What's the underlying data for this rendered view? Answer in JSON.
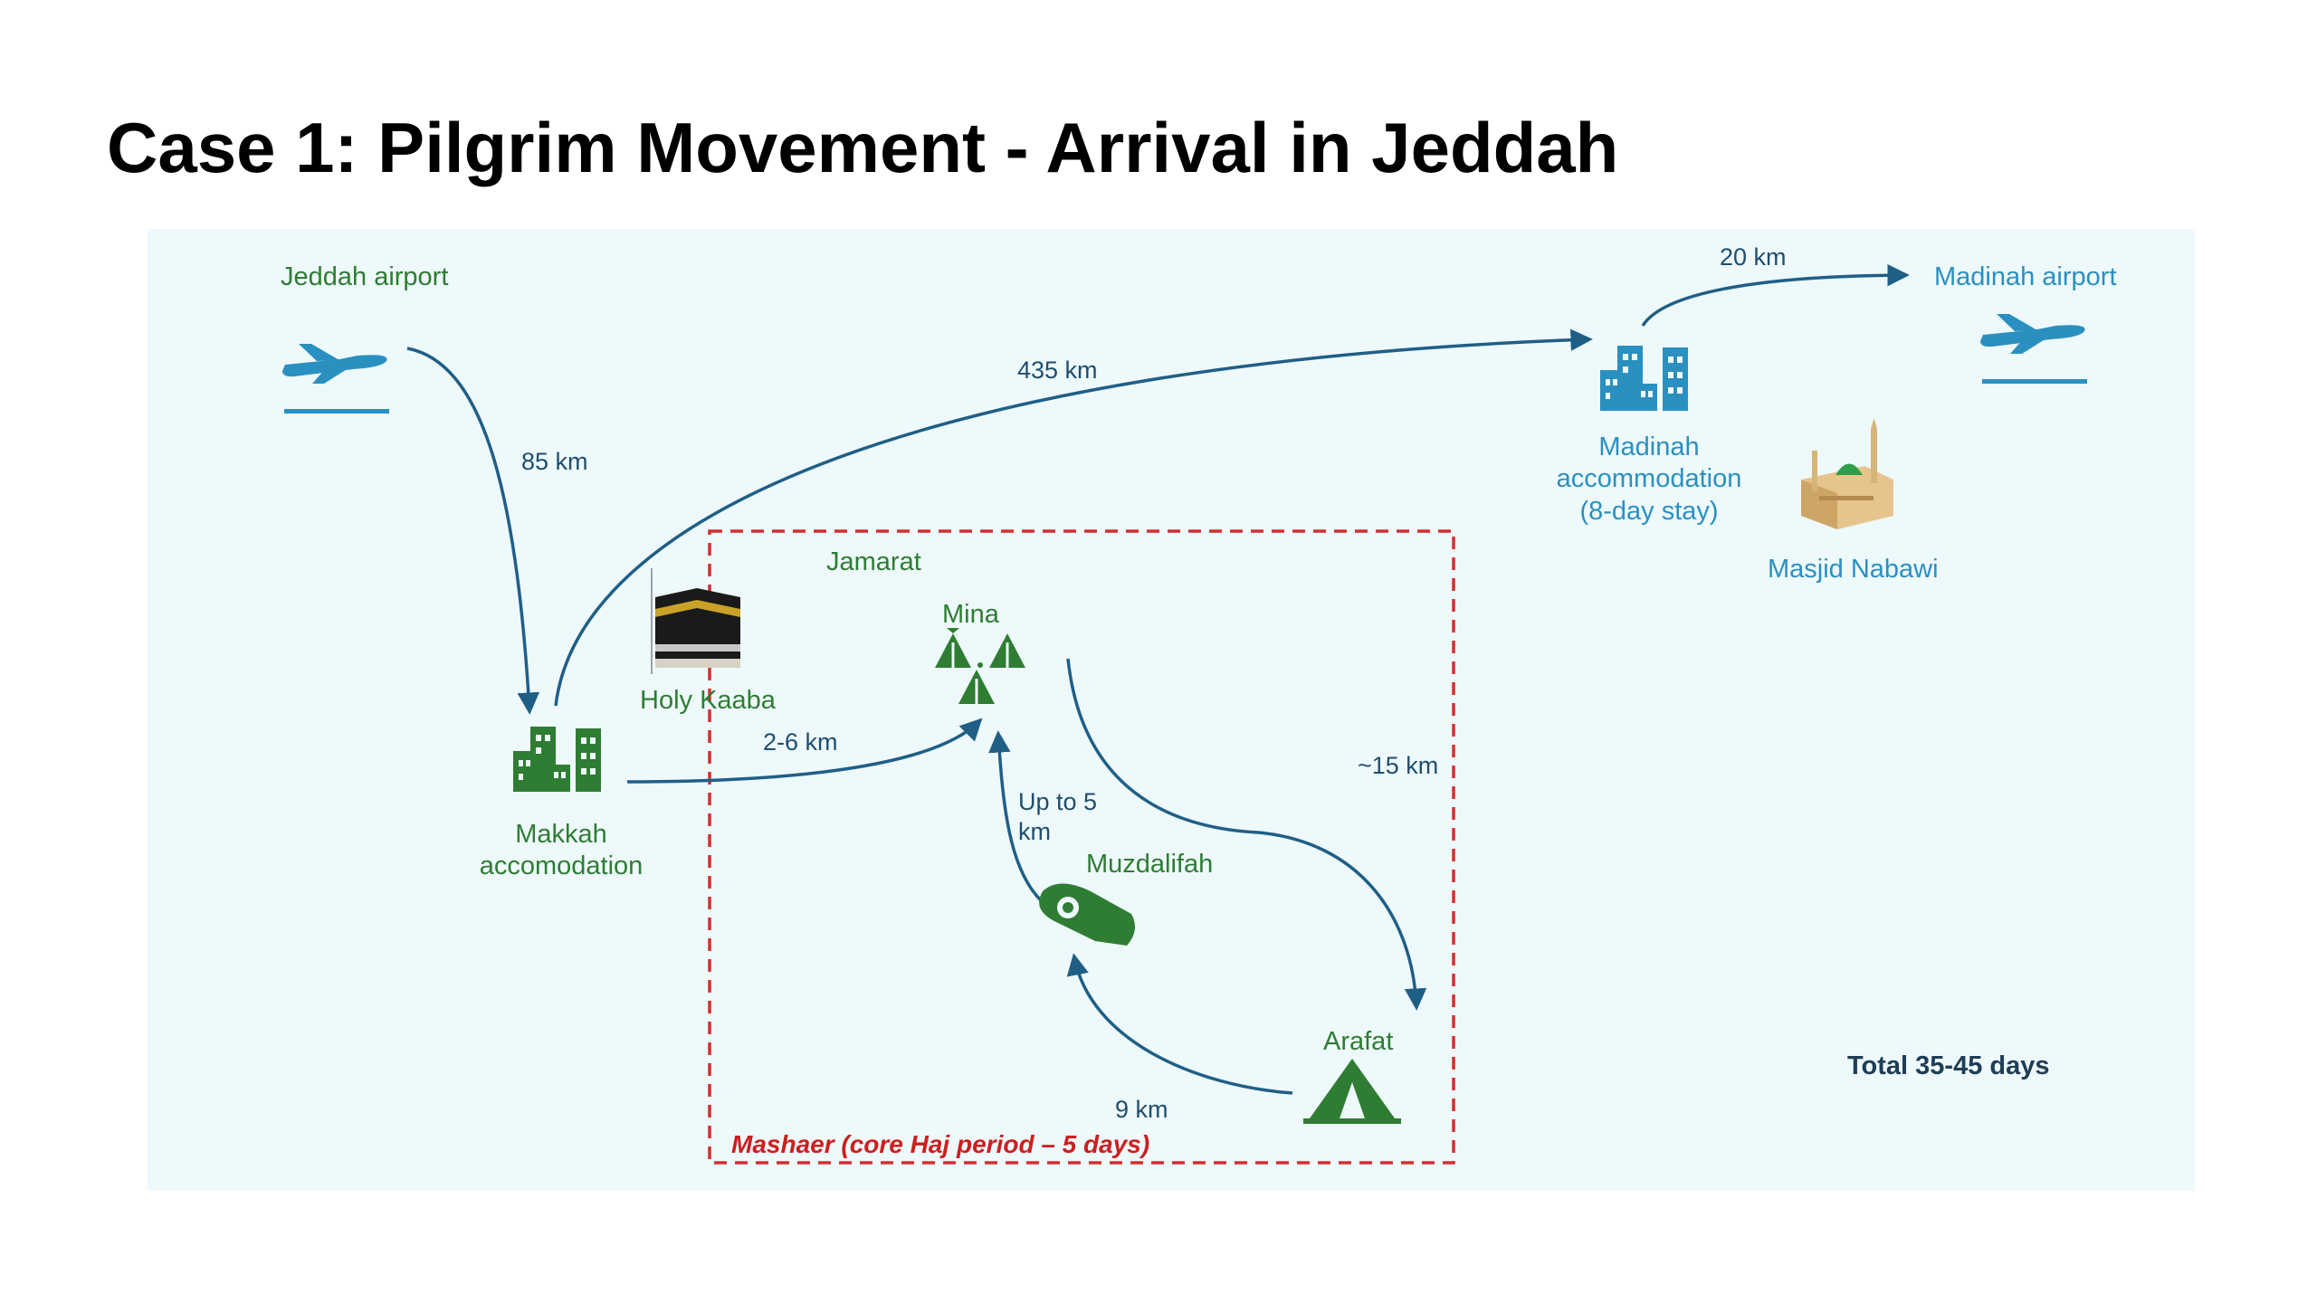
{
  "title": "Case 1: Pilgrim Movement - Arrival in Jeddah",
  "locations": {
    "jeddah_airport": "Jeddah airport",
    "madinah_airport": "Madinah airport",
    "madinah_accommodation": [
      "Madinah",
      "accommodation",
      "(8-day stay)"
    ],
    "masjid_nabawi": "Masjid Nabawi",
    "holy_kaaba": "Holy Kaaba",
    "makkah_accommodation": [
      "Makkah",
      "accomodation"
    ],
    "jamarat": "Jamarat",
    "mina": "Mina",
    "muzdalifah": "Muzdalifah",
    "arafat": "Arafat"
  },
  "distances": {
    "jeddah_to_makkah": "85 km",
    "makkah_to_madinah": "435 km",
    "madinah_to_airport": "20 km",
    "makkah_to_mina": "2-6 km",
    "mina_to_arafat": "~15 km",
    "muzdalifah_to_mina": [
      "Up to 5",
      "km"
    ],
    "arafat_to_muzdalifah": "9 km"
  },
  "mashaer_label": "Mashaer (core Haj period – 5 days)",
  "total": "Total 35-45 days",
  "icons": {
    "airport": "airplane-icon",
    "accommodation": "buildings-icon",
    "kaaba": "kaaba-icon",
    "mina": "tents-icon",
    "muzdalifah": "pebble-bag-icon",
    "arafat": "tent-icon",
    "masjid": "mosque-icon"
  },
  "colors": {
    "panel_bg": "#eef9fc",
    "arrow": "#1f5f86",
    "green": "#2e7d32",
    "blue": "#2a90c0",
    "mashaer_border": "#d32f2f"
  }
}
